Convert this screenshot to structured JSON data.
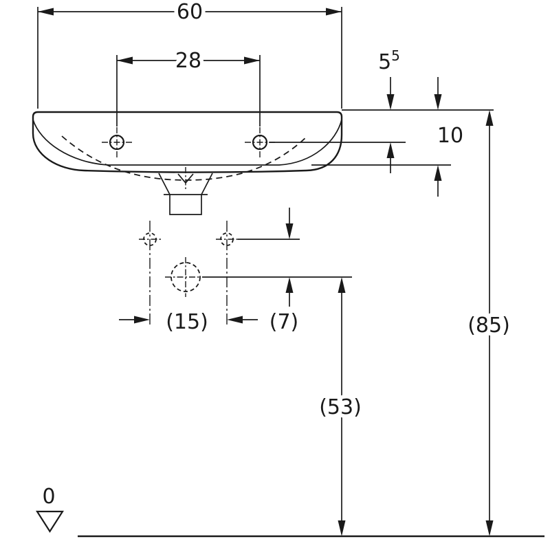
{
  "drawing": {
    "type": "washbasin-front-elevation",
    "colors": {
      "ink": "#1a1a1a",
      "paper": "#ffffff"
    },
    "labels": {
      "overall_width": "60",
      "tap_hole_spacing": "28",
      "rim_to_tap_main": "5",
      "rim_to_tap_sup": "5",
      "rim_depth": "10",
      "fixing_hole_spacing": "(15)",
      "fixing_to_drain_offset": "(7)",
      "floor_to_rim_height": "(85)",
      "floor_to_drain_height": "(53)",
      "datum_level": "0"
    }
  }
}
